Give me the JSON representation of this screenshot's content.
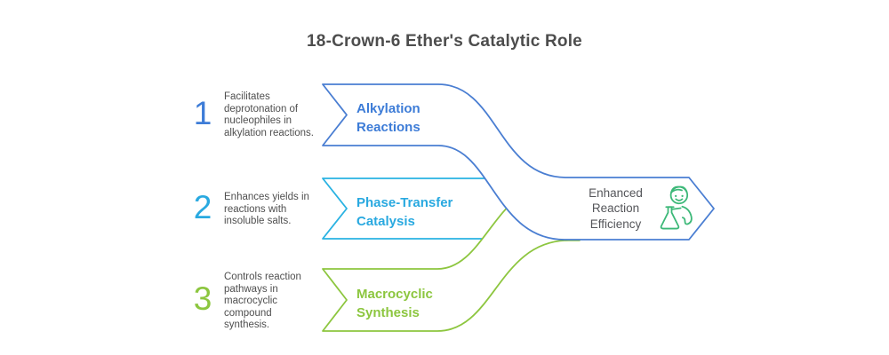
{
  "title": "18-Crown-6 Ether's Catalytic Role",
  "colors": {
    "blue": "#4a7ed2",
    "blue-text": "#3d7cd7",
    "cyan": "#29b2e2",
    "cyan-text": "#29a9e0",
    "green": "#8dc63f",
    "green-text": "#8cc63f",
    "icon-green": "#3cb878",
    "text-dark": "#4d4d4d",
    "text-body": "#4f4f4f",
    "outcome-text": "#55565a"
  },
  "steps": [
    {
      "number": "1",
      "description": "Facilitates\ndeprotonation of\nnucleophiles in\nalkylation reactions.",
      "label": "Alkylation\nReactions"
    },
    {
      "number": "2",
      "description": "Enhances yields in\nreactions with\ninsoluble salts.",
      "label": "Phase-Transfer\nCatalysis"
    },
    {
      "number": "3",
      "description": "Controls reaction\npathways in\nmacrocyclic\ncompound\nsynthesis.",
      "label": "Macrocyclic\nSynthesis"
    }
  ],
  "outcome": {
    "label": "Enhanced\nReaction\nEfficiency",
    "icon": "scientist-with-flask"
  }
}
